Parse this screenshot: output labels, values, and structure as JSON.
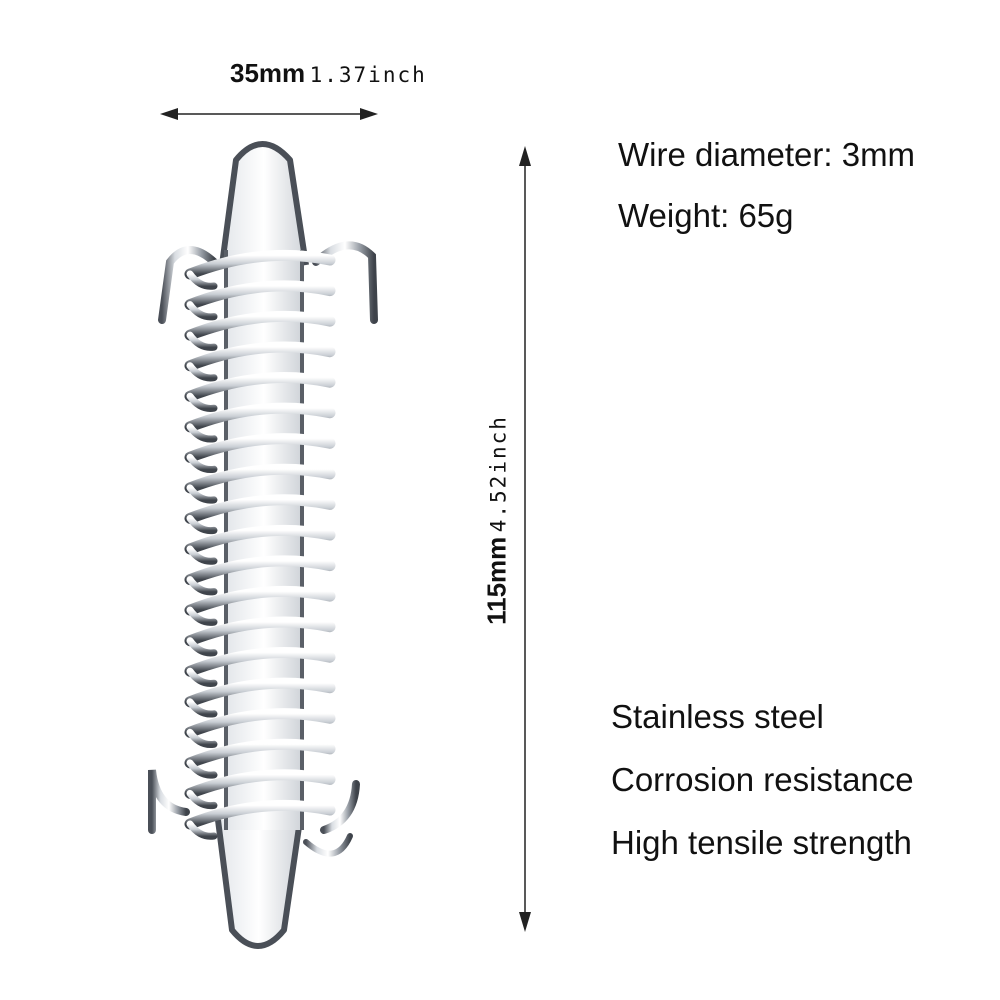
{
  "dimensions": {
    "width_mm": "35mm",
    "width_inch": "1.37inch",
    "height_mm": "115mm",
    "height_inch": "4.52inch"
  },
  "specs": {
    "wire_diameter": "Wire diameter: 3mm",
    "weight": "Weight: 65g"
  },
  "features": [
    "Stainless steel",
    "Corrosion resistance",
    "High tensile strength"
  ],
  "colors": {
    "background": "#ffffff",
    "text": "#111111",
    "steel_light": "#f4f6f8",
    "steel_mid": "#a8adb4",
    "steel_dark": "#4a4f57"
  },
  "icons": {
    "product": "stainless-steel-extension-spring-icon",
    "dimension_arrows": "double-arrow-icon"
  }
}
